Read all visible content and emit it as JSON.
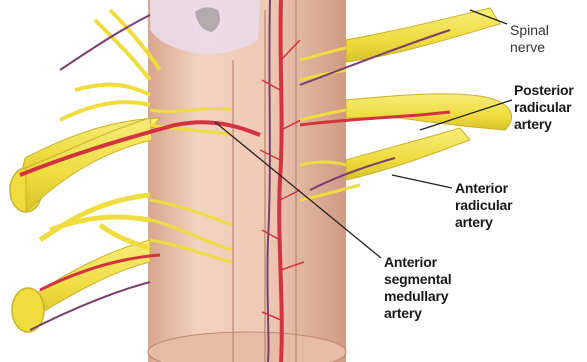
{
  "figure": {
    "labels": {
      "spinal_nerve": [
        "Spinal",
        "nerve"
      ],
      "posterior_radicular_artery": [
        "Posterior",
        "radicular",
        "artery"
      ],
      "anterior_radicular_artery": [
        "Anterior",
        "radicular",
        "artery"
      ],
      "anterior_segmental_medullary_artery": [
        "Anterior",
        "segmental",
        "medullary",
        "artery"
      ]
    },
    "colors": {
      "spinal_cord": "#efc9b5",
      "spinal_cord_shadow": "#d9a58e",
      "nerve": "#f2e24a",
      "nerve_edge": "#c9b22a",
      "artery": "#d2333f",
      "vein": "#7b3f6e",
      "leader_line": "#222222"
    }
  }
}
